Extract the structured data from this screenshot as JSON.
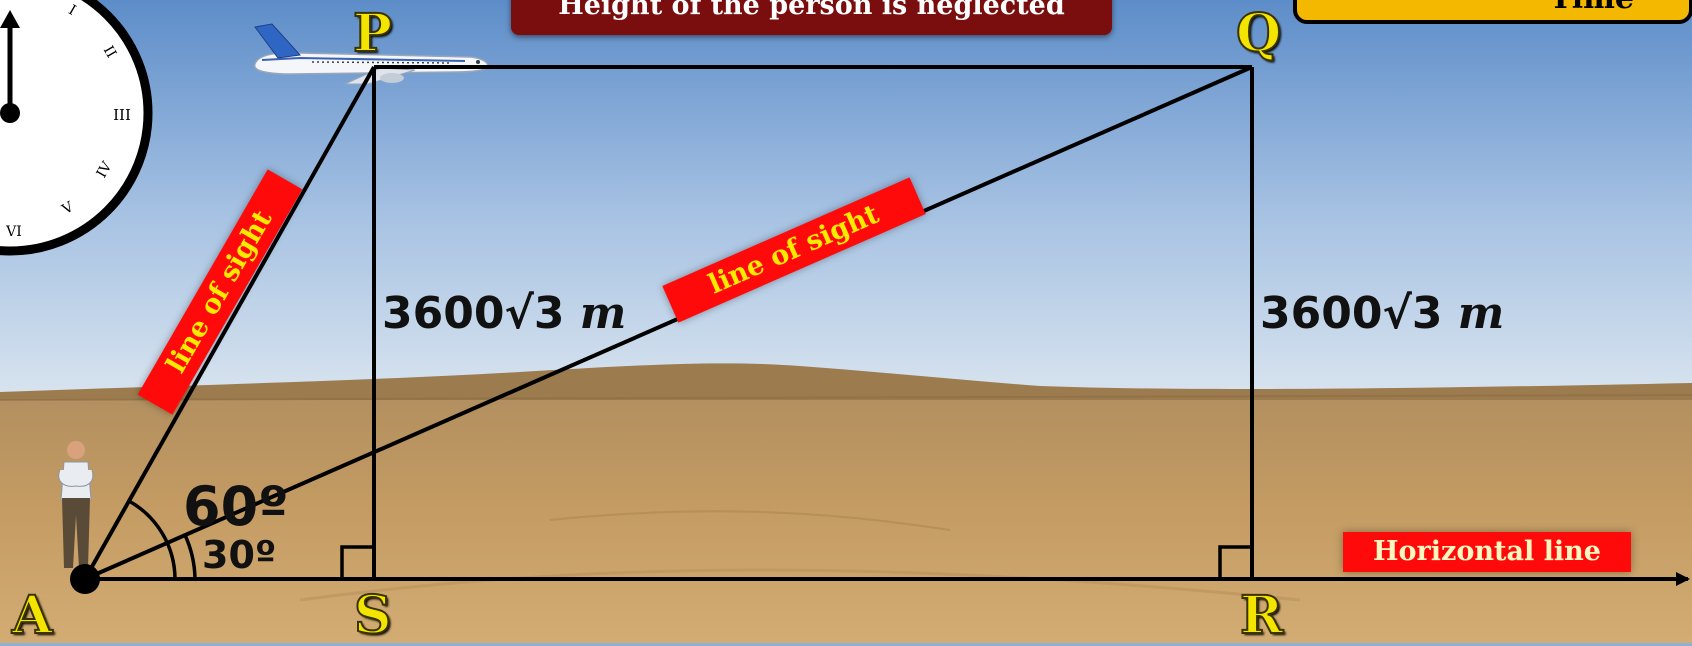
{
  "banner": {
    "text": "Height of the person is neglected"
  },
  "timer": {
    "label": "Time"
  },
  "points": {
    "A": "A",
    "P": "P",
    "Q": "Q",
    "R": "R",
    "S": "S"
  },
  "distances": {
    "PS": {
      "number": "3600",
      "radical": "√3",
      "unit": "m"
    },
    "QR": {
      "number": "3600",
      "radical": "√3",
      "unit": "m"
    }
  },
  "angles": {
    "elevation_P": "60º",
    "elevation_Q": "30º"
  },
  "labels": {
    "line_of_sight_1": "line of sight",
    "line_of_sight_2": "line of sight",
    "horizontal": "Horizontal line"
  },
  "colors": {
    "label_yellow": "#f4e500",
    "tag_red": "#ff0a0a",
    "banner": "#7a0d0d",
    "timer": "#f5b800"
  }
}
